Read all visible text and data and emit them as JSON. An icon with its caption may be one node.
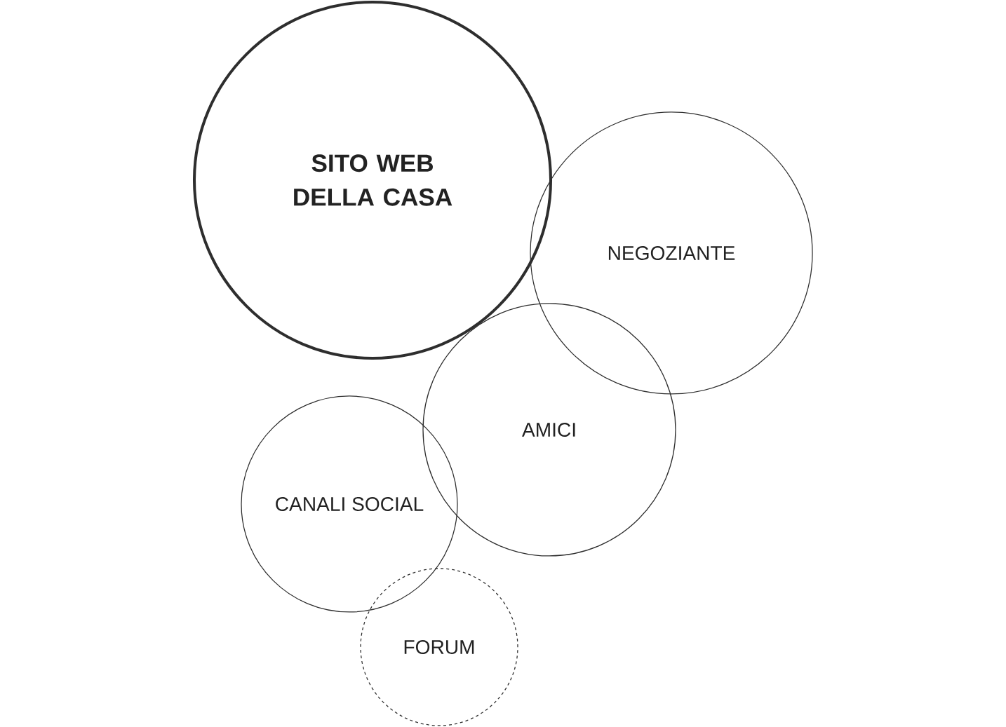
{
  "diagram": {
    "nodes": [
      {
        "text": [
          "SITO WEB DELLA CASA"
        ]
      },
      {
        "text": [
          "NEGOZIANTE"
        ]
      },
      {
        "text": [
          "AMICI"
        ]
      },
      {
        "text": [
          "CANALI SOCIAL"
        ]
      },
      {
        "text": [
          "FORUM"
        ]
      }
    ]
  }
}
